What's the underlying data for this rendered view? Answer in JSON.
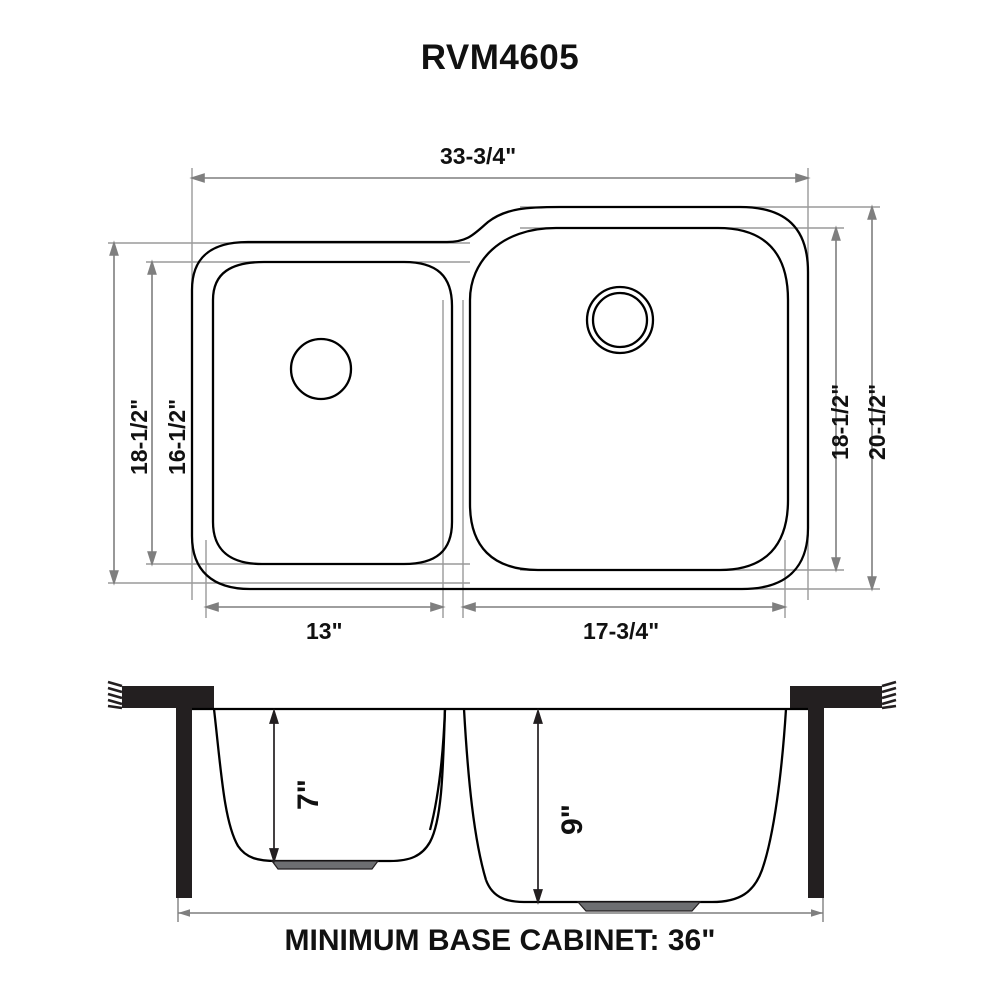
{
  "page": {
    "title": "RVM4605",
    "background_color": "#ffffff",
    "line_color": "#000000",
    "dimension_line_color": "#7f7f7f",
    "solid_fill_color": "#231f20"
  },
  "top_view": {
    "name": "top-view",
    "dimensions": {
      "overall_width": "33-3/4\"",
      "left_outer_height": "18-1/2\"",
      "left_inner_height": "16-1/2\"",
      "right_inner_height": "18-1/2\"",
      "right_outer_height": "20-1/2\"",
      "left_bowl_width": "13\"",
      "right_bowl_width": "17-3/4\""
    }
  },
  "section_view": {
    "name": "section-view",
    "dimensions": {
      "left_bowl_depth": "7\"",
      "right_bowl_depth": "9\""
    },
    "caption": "MINIMUM BASE CABINET: 36\""
  }
}
